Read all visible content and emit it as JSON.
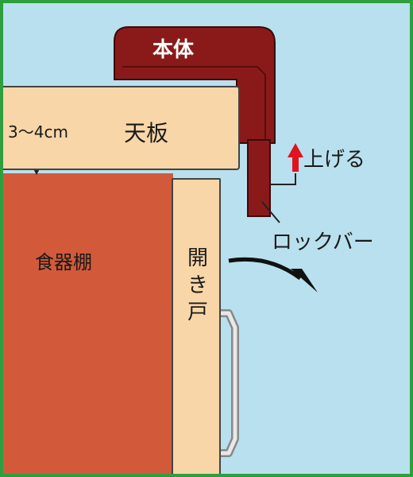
{
  "labels": {
    "body": "本体",
    "tabletop": "天板",
    "dimension": "3～4cm",
    "raise": "上げる",
    "lock_bar": "ロックバー",
    "cabinet": "食器棚",
    "door": [
      "開",
      "き",
      "戸"
    ]
  },
  "colors": {
    "background": "#b9e0ee",
    "frame": "#2e9e3e",
    "body": "#8a1a1a",
    "tabletop": "#f8d6a8",
    "cabinet": "#d25a3a",
    "arrow_up": "#e0141e"
  }
}
